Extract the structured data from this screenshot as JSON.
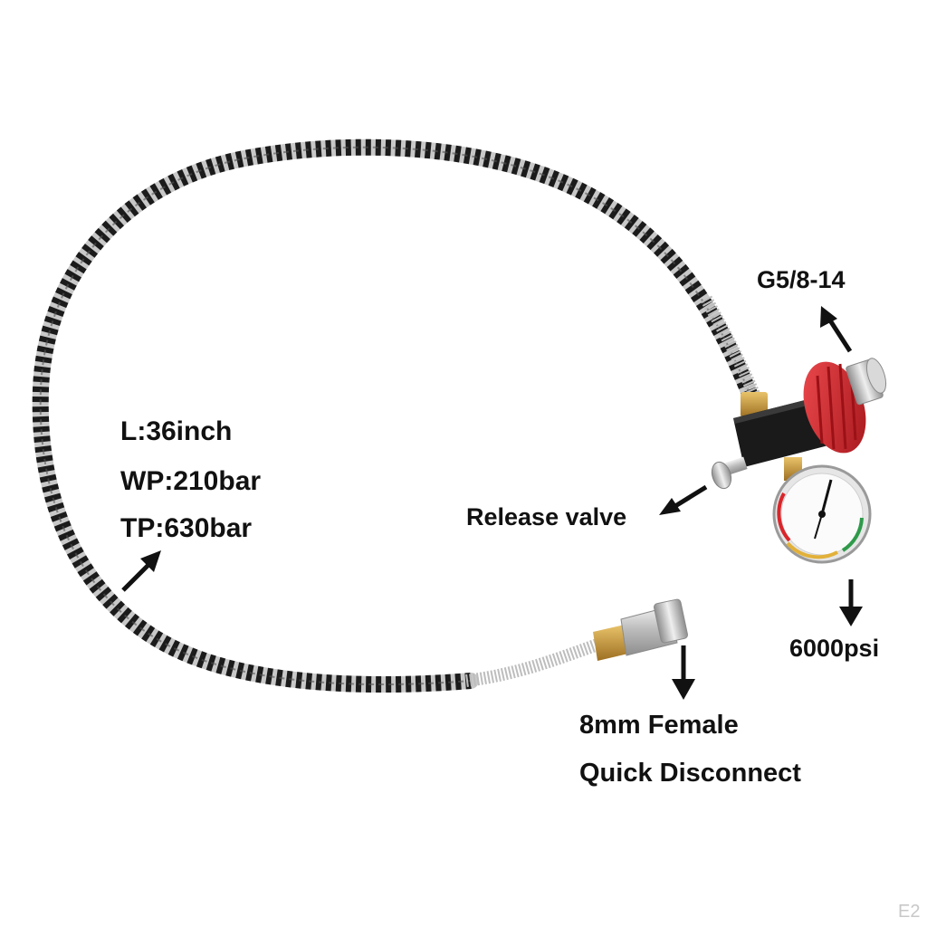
{
  "specs": {
    "length": "L:36inch",
    "working_pressure": "WP:210bar",
    "test_pressure": "TP:630bar"
  },
  "callouts": {
    "thread": "G5/8-14",
    "release_valve": "Release valve",
    "gauge_rating": "6000psi",
    "quick_disconnect_line1": "8mm Female",
    "quick_disconnect_line2": "Quick Disconnect"
  },
  "watermark": "E2",
  "colors": {
    "hose": "#1b1b1b",
    "spring": "#c8c8c8",
    "knob": "#d9262b",
    "block": "#1a1a1a",
    "brass": "#c89a3a",
    "text": "#111111"
  }
}
